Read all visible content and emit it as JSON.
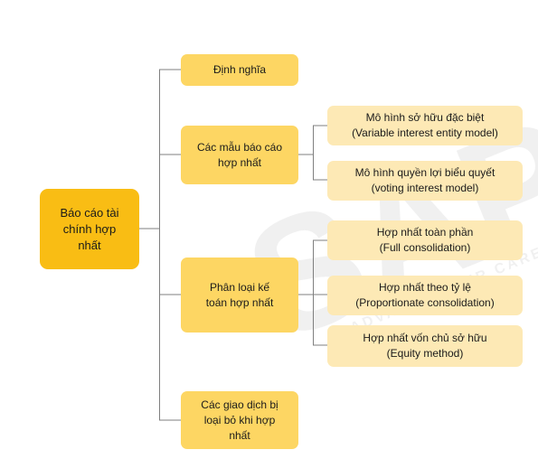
{
  "root": {
    "label": "Báo cáo tài\nchính hợp\nnhất"
  },
  "level1": [
    {
      "label": "Định nghĩa"
    },
    {
      "label": "Các mẫu báo cáo\nhợp nhất"
    },
    {
      "label": "Phân loại kế\ntoán hợp nhất"
    },
    {
      "label": "Các giao dịch bị\nloại bỏ khi hợp\nnhất"
    }
  ],
  "level2_models": [
    {
      "label": "Mô hình sở hữu đặc biệt\n(Variable interest entity model)"
    },
    {
      "label": "Mô hình quyền lợi biểu quyết\n(voting interest model)"
    }
  ],
  "level2_types": [
    {
      "label": "Hợp nhất toàn phần\n(Full consolidation)"
    },
    {
      "label": "Hợp nhất theo tỷ lệ\n(Proportionate consolidation)"
    },
    {
      "label": "Hợp nhất vốn chủ sở hữu\n(Equity method)"
    }
  ],
  "watermark": {
    "brand": "SAPP",
    "tagline": "ADVANCE YOUR CAREER"
  },
  "colors": {
    "root": "#f9bd14",
    "level1": "#fdd663",
    "level2": "#fde9b5",
    "connector": "#7f7f7f"
  }
}
